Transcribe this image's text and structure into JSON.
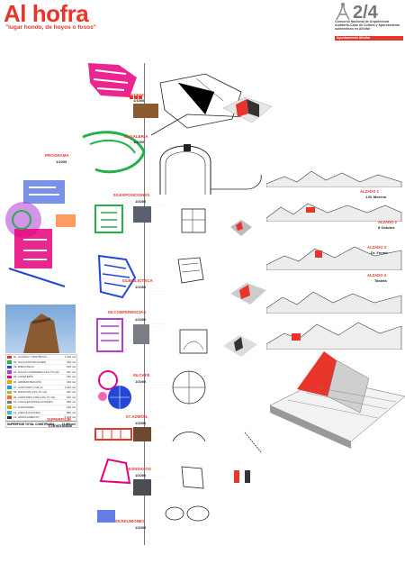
{
  "header": {
    "title": "Al hofra",
    "subtitle": "\"lugar hondo, de hoyos o fosos\"",
    "sheet": "2/4",
    "competition": "Concurso Nacional de Arquitectura Auditorio-Casa de Cultura y Aparcamiento subterráneo en Alhófar",
    "sponsor": "Ayuntamiento Alhófar"
  },
  "sections": [
    {
      "name": "01.ACCESO",
      "scale": "1/1000"
    },
    {
      "name": "02.GALERIA",
      "scale": "1/1000"
    },
    {
      "name": "03.EXPOSICIONES",
      "scale": "1/1000"
    },
    {
      "name": "04.BIBLIOTECA",
      "scale": "1/1000"
    },
    {
      "name": "05.CONFERENCIAS",
      "scale": "1/1000"
    },
    {
      "name": "06.CAFÉ",
      "scale": "1/1000"
    },
    {
      "name": "07.ADMÓN.",
      "scale": "1/1000"
    },
    {
      "name": "08.ENSAYOS",
      "scale": "1/1000"
    },
    {
      "name": "09.REUNIONES",
      "scale": "1/1000"
    }
  ],
  "left_plan": {
    "label": "PROGRAMA",
    "scale": "1/1000"
  },
  "elevations": [
    {
      "title": "ALZADO 1",
      "sub": "J.M. Moreno"
    },
    {
      "title": "ALZADO 2",
      "sub": "8 Octubre"
    },
    {
      "title": "ALZADO 3",
      "sub": "Dr. Fermb"
    },
    {
      "title": "ALZADO 4",
      "sub": "Tasteta"
    }
  ],
  "legend": {
    "rows": [
      {
        "name": "01. ACCESO / VESTÍBULO",
        "value": "1.260 m2",
        "color": "#e8352b"
      },
      {
        "name": "02. SALA EXPOSICIONES",
        "value": "420 m2",
        "color": "#22b14c"
      },
      {
        "name": "03. BIBLIOTECA",
        "value": "630 m2",
        "color": "#2346d8"
      },
      {
        "name": "04. SALAS CONFERENCIAS (75+40)",
        "value": "310 m2",
        "color": "#b13cd6"
      },
      {
        "name": "05. CAFETERÍA",
        "value": "150 m2",
        "color": "#e6007e"
      },
      {
        "name": "06. ADMINISTRACIÓN",
        "value": "160 m2",
        "color": "#f0a000"
      },
      {
        "name": "07. AUDITORIO (745 pl)",
        "value": "1.220 m2",
        "color": "#1a9ad6"
      },
      {
        "name": "08. ENSAYOS (270+70 m2)",
        "value": "340 m2",
        "color": "#9bc31c"
      },
      {
        "name": "09. AUDITORIO (400+170+70 m2)",
        "value": "640 m2",
        "color": "#ff6f1c"
      },
      {
        "name": "10. LOCALES INSTALACIONES",
        "value": "280 m2",
        "color": "#7a7a7a"
      },
      {
        "name": "11. ALMACENES",
        "value": "190 m2",
        "color": "#c9a300"
      },
      {
        "name": "12. CIRCULACIONES",
        "value": "860 m2",
        "color": "#40c0c0"
      },
      {
        "name": "13. APARCAMIENTO",
        "value": "5.400 m2",
        "color": "#333333"
      }
    ],
    "total_label": "SUPERFICIE TOTAL CONSTRUIDA",
    "total_value": "11.860 m2"
  },
  "superficie": {
    "title": "SUPERFICIE",
    "sub": "Construidas"
  },
  "colors": {
    "accent": "#e8352b",
    "magenta": "#e6007e",
    "green": "#22b14c",
    "blue": "#2346d8"
  }
}
